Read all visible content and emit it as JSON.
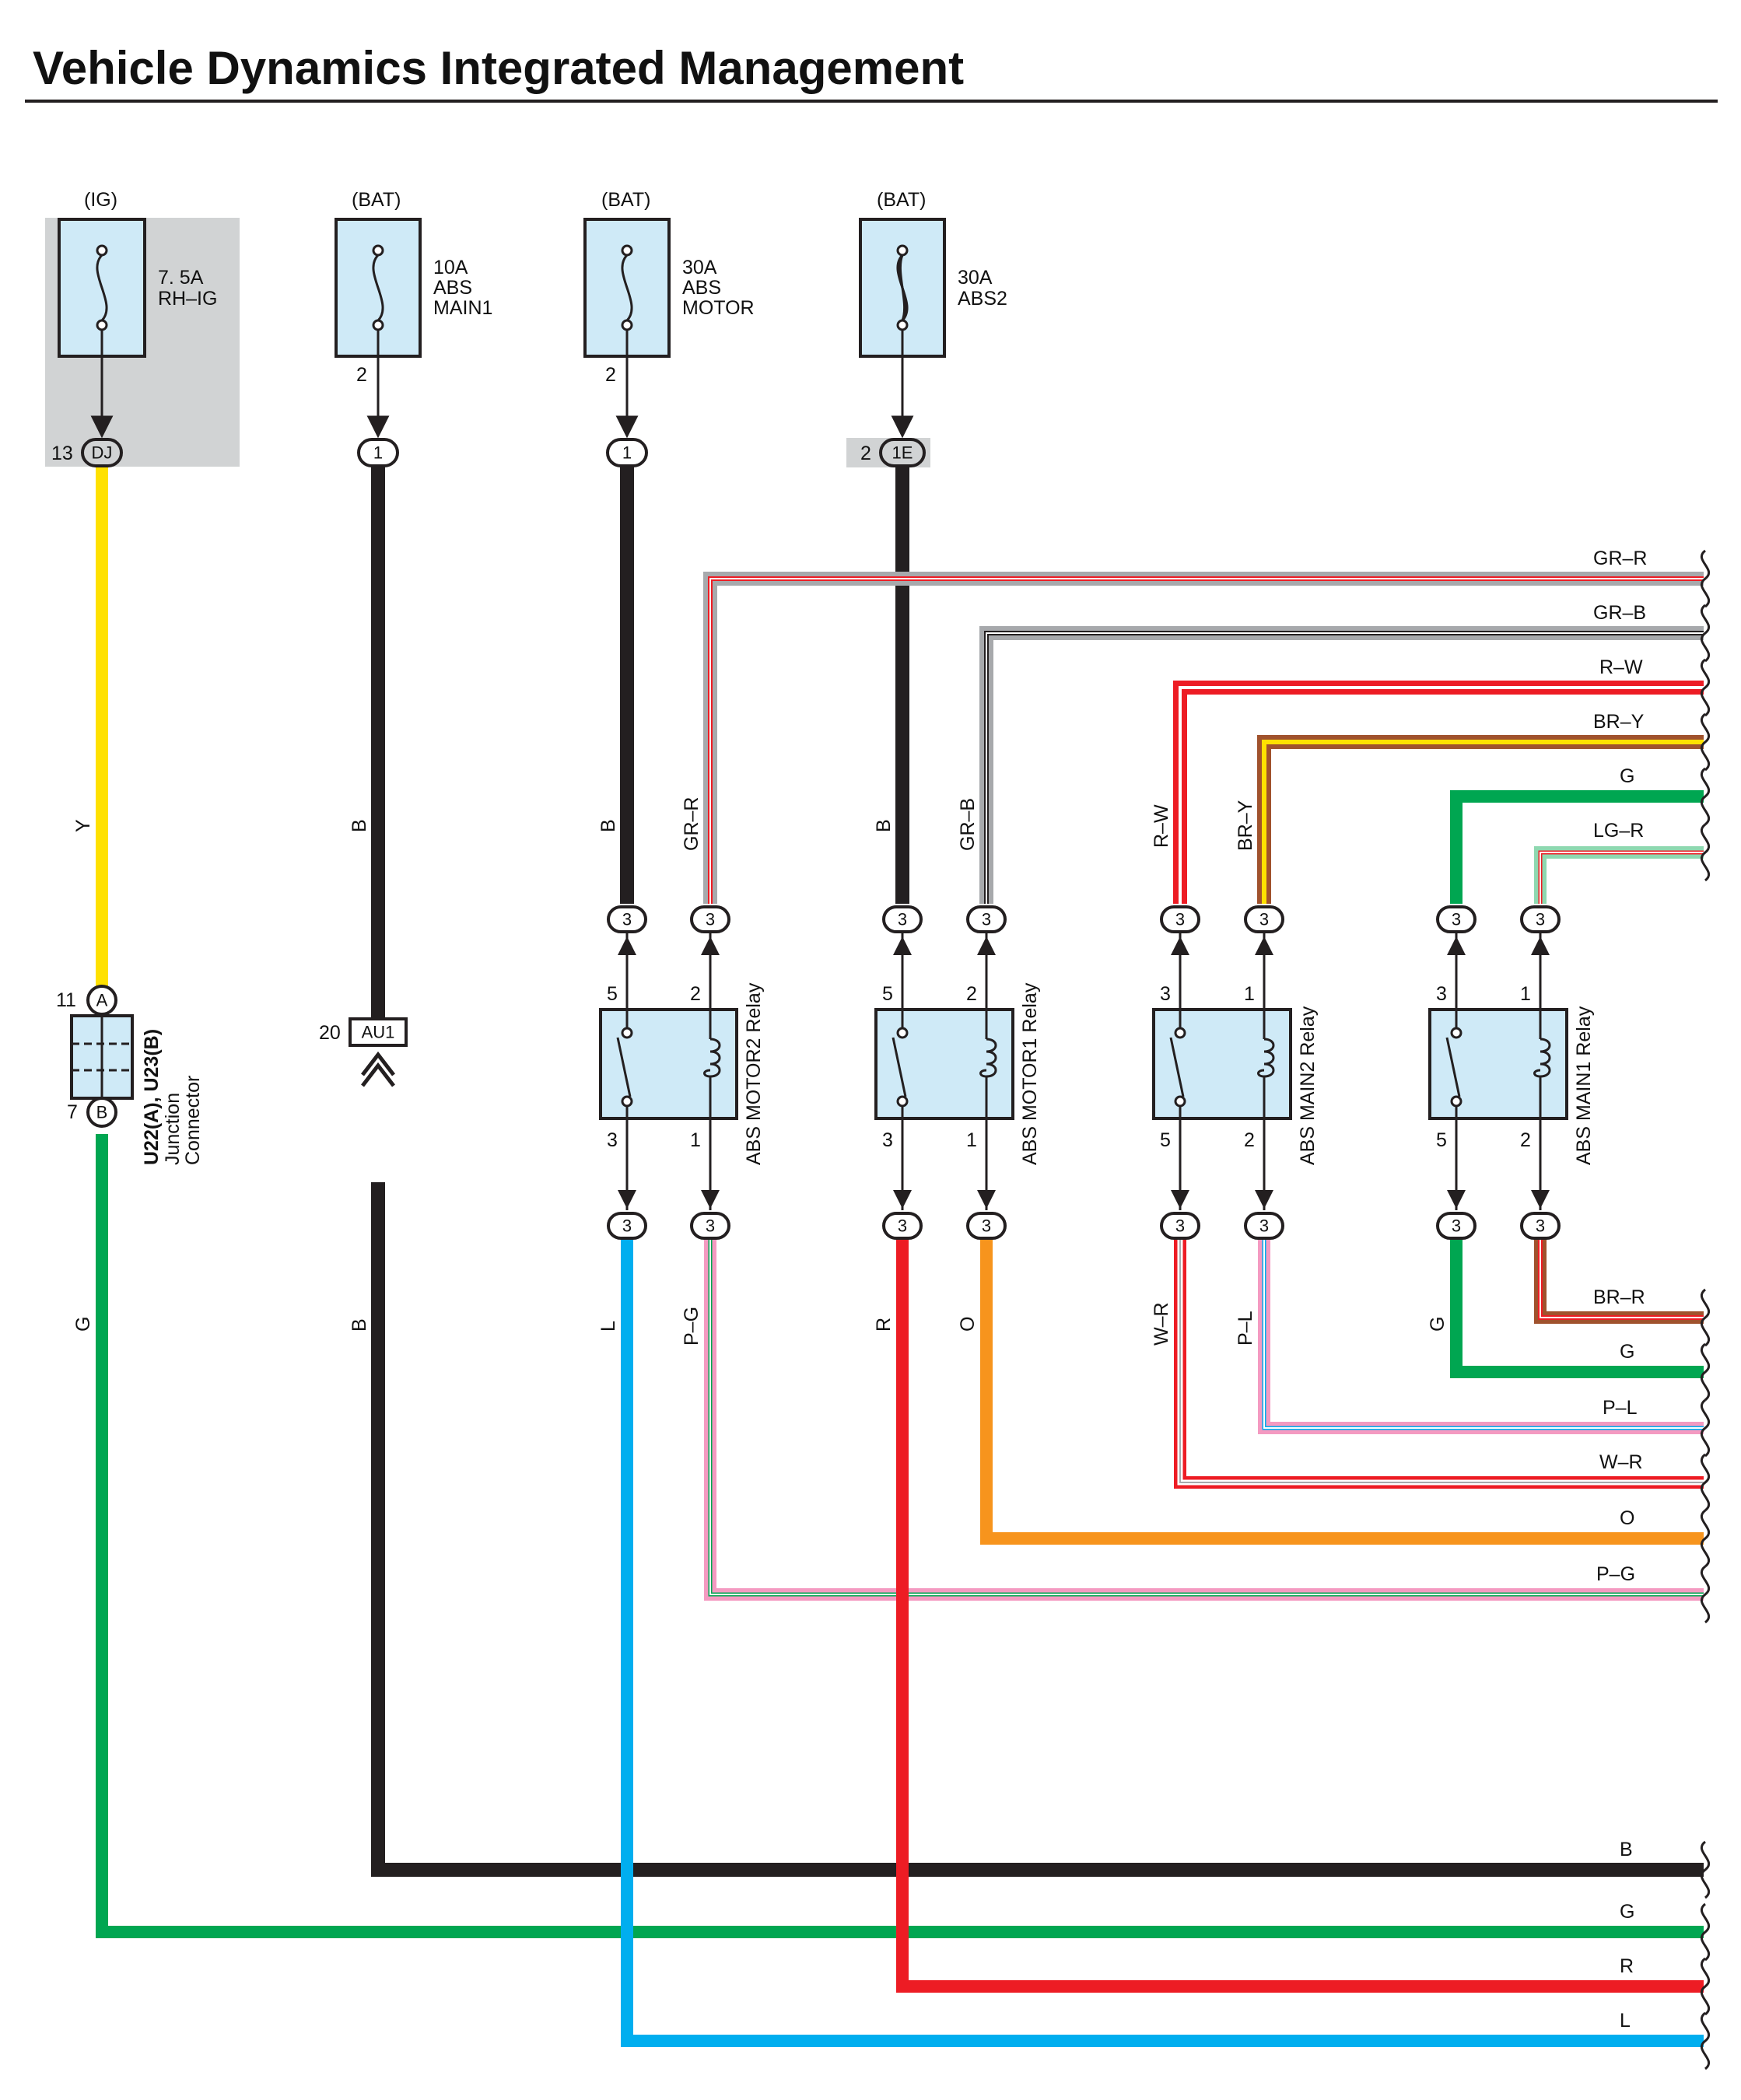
{
  "title": "Vehicle Dynamics Integrated Management",
  "sources": {
    "ig": "(IG)",
    "bat1": "(BAT)",
    "bat2": "(BAT)",
    "bat3": "(BAT)"
  },
  "fuses": {
    "rh_ig": {
      "amp": "7. 5A",
      "name": "RH–IG"
    },
    "abs_main1": {
      "amp": "10A",
      "line2": "ABS",
      "line3": "MAIN1",
      "pin": "2"
    },
    "abs_motor": {
      "amp": "30A",
      "line2": "ABS",
      "line3": "MOTOR",
      "pin": "2"
    },
    "abs2": {
      "amp": "30A",
      "line2": "ABS2"
    }
  },
  "connectors": {
    "dj": {
      "pin": "13",
      "code": "DJ"
    },
    "c1": {
      "code": "1"
    },
    "c2": {
      "code": "1"
    },
    "ie": {
      "pin": "2",
      "code": "1E"
    },
    "au1": {
      "pin": "20",
      "code": "AU1"
    },
    "junction": {
      "pinA": "11",
      "codeA": "A",
      "pinB": "7",
      "codeB": "B",
      "name1": "U22(A), U23(B)",
      "name2": "Junction",
      "name3": "Connector"
    },
    "relay_conn": "3"
  },
  "relays": {
    "motor2": {
      "name": "ABS MOTOR2 Relay",
      "p_tl": "5",
      "p_tr": "2",
      "p_bl": "3",
      "p_br": "1"
    },
    "motor1": {
      "name": "ABS MOTOR1 Relay",
      "p_tl": "5",
      "p_tr": "2",
      "p_bl": "3",
      "p_br": "1"
    },
    "main2": {
      "name": "ABS MAIN2 Relay",
      "p_tl": "3",
      "p_tr": "1",
      "p_bl": "5",
      "p_br": "2"
    },
    "main1": {
      "name": "ABS MAIN1 Relay",
      "p_tl": "3",
      "p_tr": "1",
      "p_bl": "5",
      "p_br": "2"
    }
  },
  "wire_labels": {
    "y": "Y",
    "b1": "B",
    "b2": "B",
    "b3": "B",
    "grr_v": "GR–R",
    "grb_v": "GR–B",
    "rw_v": "R–W",
    "bry_v": "BR–Y",
    "g_left": "G",
    "b_low": "B",
    "l_low": "L",
    "pg_low": "P–G",
    "r_low": "R",
    "o_low": "O",
    "wr_low": "W–R",
    "pl_low": "P–L",
    "g_low": "G"
  },
  "right_labels": {
    "grr": "GR–R",
    "grb": "GR–B",
    "rw": "R–W",
    "bry": "BR–Y",
    "g1": "G",
    "lgr": "LG–R",
    "brr": "BR–R",
    "g2": "G",
    "pl": "P–L",
    "wr": "W–R",
    "o": "O",
    "pg": "P–G",
    "b": "B",
    "g3": "G",
    "r": "R",
    "l": "L"
  },
  "colors": {
    "black": "#231f20",
    "yellow": "#ffe100",
    "green": "#00a651",
    "red": "#ed1c24",
    "blue": "#00aeef",
    "orange": "#f7941d",
    "gray": "#a7a9ac",
    "brown": "#a0522d",
    "pink": "#f49ac1",
    "lightgreen": "#8ed8b0",
    "fusefill": "#cfeaf7",
    "shade": "#d1d3d4"
  }
}
